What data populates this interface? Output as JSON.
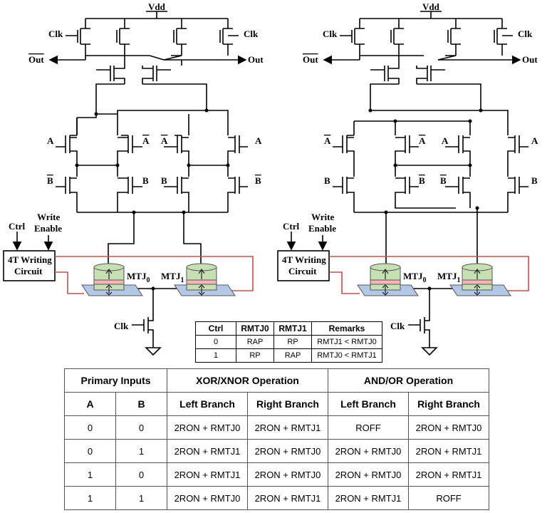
{
  "left_circuit": {
    "vdd": "Vdd",
    "clk_left": "Clk",
    "clk_right": "Clk",
    "out_bar": "Out",
    "out": "Out",
    "in_a": "A",
    "in_a_bar1": "A",
    "in_a_bar2": "A",
    "in_a2": "A",
    "in_b_bar1": "B",
    "in_b": "B",
    "in_b2": "B",
    "in_b_bar2": "B",
    "ctrl": "Ctrl",
    "write": "Write",
    "enable": "Enable",
    "writer_line1": "4T Writing",
    "writer_line2": "Circuit",
    "mtj0": "MTJ",
    "mtj0_sub": "0",
    "mtj1": "MTJ",
    "mtj1_sub": "1",
    "clk_bottom": "Clk"
  },
  "right_circuit": {
    "vdd": "Vdd",
    "clk_left": "Clk",
    "clk_right": "Clk",
    "out_bar": "Out",
    "out": "Out",
    "in_a_bar1": "A",
    "in_a_bar2": "A",
    "in_a1": "A",
    "in_a2": "A",
    "in_b1": "B",
    "in_b_bar1": "B",
    "in_b_bar2": "B",
    "in_b2": "B",
    "ctrl": "Ctrl",
    "write": "Write",
    "enable": "Enable",
    "writer_line1": "4T Writing",
    "writer_line2": "Circuit",
    "mtj0": "MTJ",
    "mtj0_sub": "0",
    "mtj1": "MTJ",
    "mtj1_sub": "1",
    "clk_bottom": "Clk"
  },
  "ctrl_table": {
    "headers": [
      "Ctrl",
      "RMTJ0",
      "RMTJ1",
      "Remarks"
    ],
    "rows": [
      [
        "0",
        "RAP",
        "RP",
        "RMTJ1 < RMTJ0"
      ],
      [
        "1",
        "RP",
        "RAP",
        "RMTJ0 < RMTJ1"
      ]
    ]
  },
  "ops_table": {
    "group_headers": [
      "Primary Inputs",
      "XOR/XNOR Operation",
      "AND/OR Operation"
    ],
    "sub_headers": [
      "A",
      "B",
      "Left Branch",
      "Right Branch",
      "Left Branch",
      "Right Branch"
    ],
    "rows": [
      [
        "0",
        "0",
        "2RON + RMTJ0",
        "2RON + RMTJ1",
        "ROFF",
        "2RON + RMTJ0"
      ],
      [
        "0",
        "1",
        "2RON + RMTJ1",
        "2RON + RMTJ0",
        "2RON + RMTJ0",
        "2RON + RMTJ1"
      ],
      [
        "1",
        "0",
        "2RON + RMTJ1",
        "2RON + RMTJ0",
        "2RON + RMTJ0",
        "2RON + RMTJ1"
      ],
      [
        "1",
        "1",
        "2RON + RMTJ0",
        "2RON + RMTJ1",
        "2RON + RMTJ1",
        "ROFF"
      ]
    ]
  },
  "colors": {
    "wire": "#000000",
    "write_wire": "#c0504d",
    "mtj_green": "#c6e0b4",
    "mtj_pink": "#f4b6b6",
    "substrate": "#b4c7e7"
  }
}
